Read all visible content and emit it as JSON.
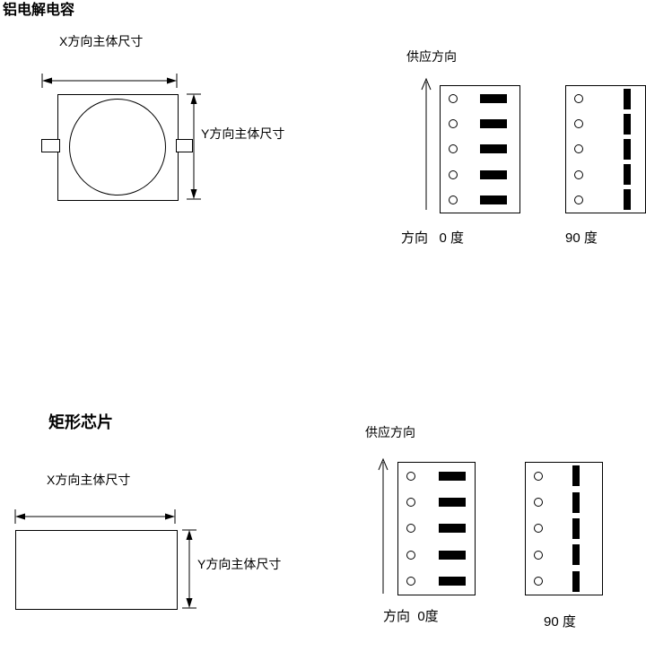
{
  "diagram": {
    "background_color": "#ffffff",
    "line_color": "#000000",
    "pocket_color": "#000000",
    "tape": {
      "rows": 5
    }
  },
  "sections": [
    {
      "title": "铝电解电容",
      "x_dimension_label": "X方向主体尺寸",
      "y_dimension_label": "Y方向主体尺寸",
      "supply_direction_label": "供应方向",
      "orientation_0_label": "方向   0 度",
      "orientation_90_label": "90 度"
    },
    {
      "title": "矩形芯片",
      "x_dimension_label": "X方向主体尺寸",
      "y_dimension_label": "Y方向主体尺寸",
      "supply_direction_label": "供应方向",
      "orientation_0_label": "方向  0度",
      "orientation_90_label": "90 度"
    }
  ]
}
